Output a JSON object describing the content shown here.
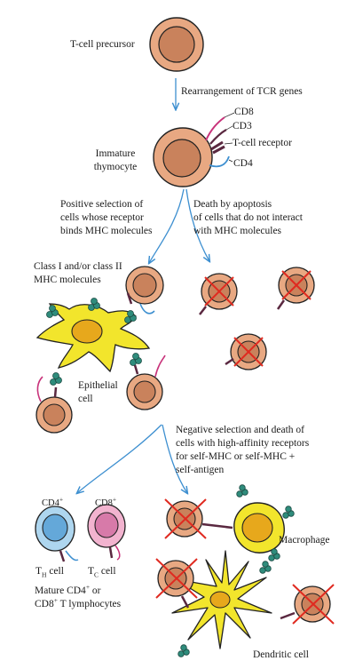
{
  "labels": {
    "precursor": "T-cell precursor",
    "rearrangement": "Rearrangement of TCR genes",
    "cd8": "CD8",
    "cd3": "CD3",
    "tcr": "T-cell receptor",
    "cd4": "CD4",
    "immature_1": "Immature",
    "immature_2": "thymocyte",
    "positive_1": "Positive selection of",
    "positive_2": "cells whose receptor",
    "positive_3": "binds MHC molecules",
    "death_1": "Death by apoptosis",
    "death_2": "of cells that do not interact",
    "death_3": "with MHC molecules",
    "mhc_1": "Class I and/or class II",
    "mhc_2": "MHC molecules",
    "epithelial_1": "Epithelial",
    "epithelial_2": "cell",
    "negative_1": "Negative selection and death of",
    "negative_2": "cells with high-affinity receptors",
    "negative_3": "for self-MHC or self-MHC +",
    "negative_4": "self-antigen",
    "cd4plus": "CD4",
    "cd8plus": "CD8",
    "plus": "+",
    "th_main": "T",
    "th_sub": "H",
    "th_rest": " cell",
    "tc_main": "T",
    "tc_sub": "C",
    "tc_rest": " cell",
    "mature_1a": "Mature CD4",
    "mature_1b": " or",
    "mature_2a": "CD8",
    "mature_2b": " T lymphocytes",
    "macrophage": "Macrophage",
    "dendritic": "Dendritic cell"
  },
  "colors": {
    "tcell_fill": "#e8a882",
    "tcell_nucleus": "#c9825c",
    "epithelial": "#f2e52c",
    "epithelial_nucleus": "#e7a81c",
    "macrophage": "#f2e52c",
    "cd4_cell": "#aed6ef",
    "cd4_nucleus": "#64a8d9",
    "cd8_cell": "#f2b3cf",
    "cd8_nucleus": "#d77aa9",
    "cross": "#e02a20",
    "arrow": "#3d8fd0",
    "cd8_molecule": "#c8327a",
    "cd4_molecule": "#3d8fd0",
    "tcr_molecule": "#5a2840",
    "mhc": "#2f8c7c"
  }
}
